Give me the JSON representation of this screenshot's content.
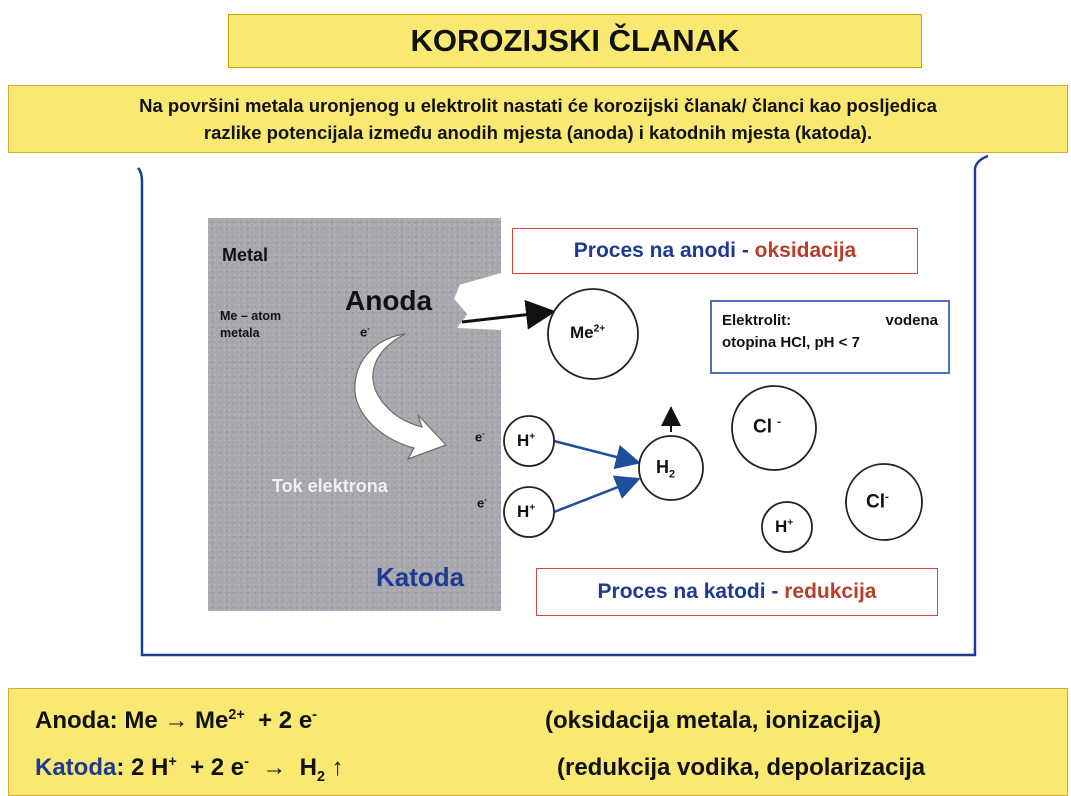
{
  "title": "KOROZIJSKI ČLANAK",
  "intro": {
    "line1": "Na površini metala uronjenog u elektrolit nastati će korozijski članak/ članci kao posljedica",
    "line2": "razlike potencijala između anodih mjesta (anoda)  i katodnih mjesta (katoda)."
  },
  "metal": {
    "label": "Metal",
    "atom_label_1": "Me  –  atom",
    "atom_label_2": "metala",
    "anode": "Anoda",
    "cathode": "Katoda",
    "electron_flow": "Tok elektrona",
    "electron": "e"
  },
  "anode_process": {
    "prefix": "Proces na anodi - ",
    "type": "oksidacija"
  },
  "cathode_process": {
    "prefix": "Proces na katodi - ",
    "type": "redukcija"
  },
  "electrolyte": {
    "line1_a": "Elektrolit:",
    "line1_b": "vodena",
    "line2": "otopina HCl, pH < 7"
  },
  "ions": {
    "metal_ion": "Me",
    "metal_ion_charge": "2+",
    "hydrogen": "H",
    "hydrogen_charge": "+",
    "h2": "H",
    "h2_sub": "2",
    "chloride": "Cl",
    "chloride_charge": "-"
  },
  "equations": {
    "anode_label": "Anoda",
    "anode_eq": ": Me → Me",
    "anode_charge": "2+",
    "anode_rest": "  + 2 e",
    "anode_e_sup": "-",
    "anode_note": "(oksidacija metala, ionizacija)",
    "cathode_label": "Katoda",
    "cathode_eq": ": 2 H",
    "cathode_plus": "+",
    "cathode_mid": "  + 2 e",
    "cathode_e_sup": "-",
    "cathode_arrow": "  →  H",
    "cathode_sub": "2",
    "cathode_up": " ↑",
    "cathode_note": "(redukcija vodika, depolarizacija"
  },
  "colors": {
    "title_bg": "#f9e972",
    "blue": "#1f3a93",
    "red": "#b83d2a",
    "metal": "#a7a7ae",
    "tank": "#1f3a93",
    "arrow": "#1f4e9c"
  }
}
